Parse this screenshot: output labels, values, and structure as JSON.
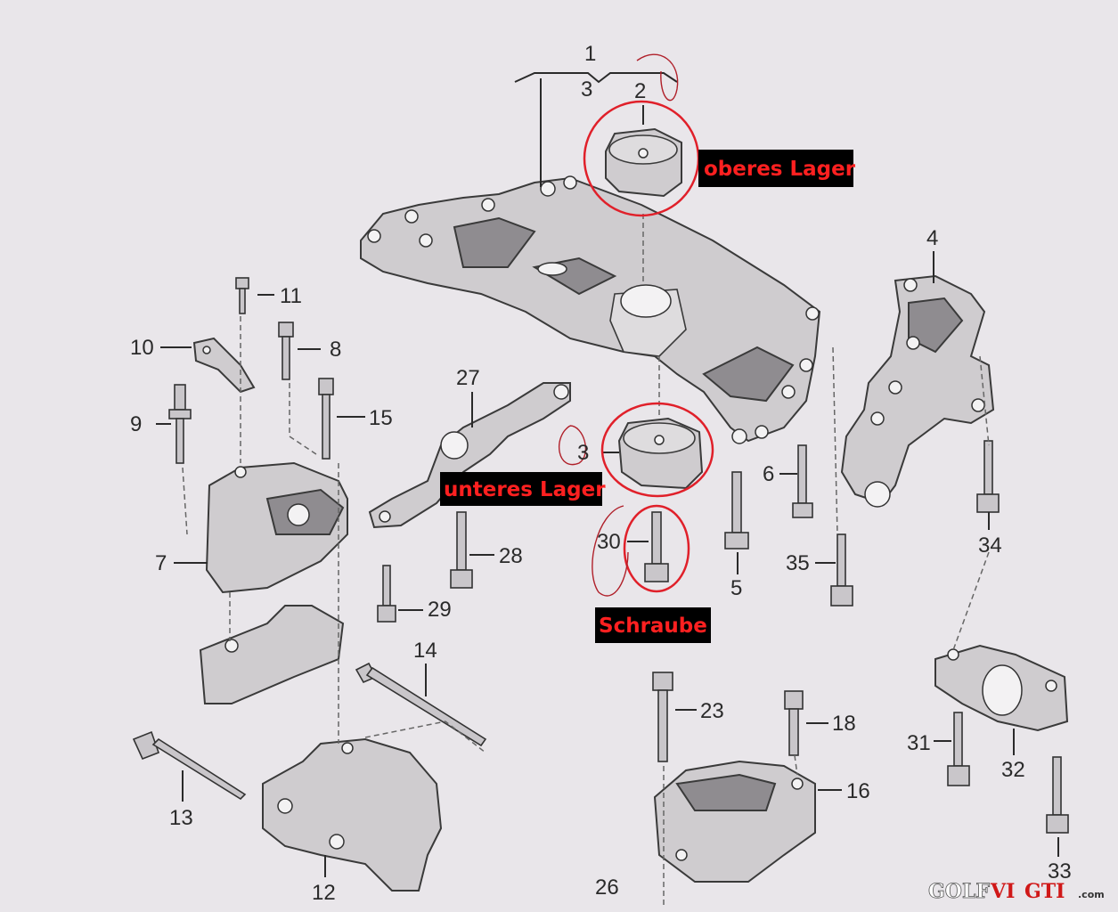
{
  "annotations": {
    "upper_mount": "oberes Lager",
    "lower_mount": "unteres Lager",
    "screw": "Schraube"
  },
  "part_numbers": {
    "n1": "1",
    "n2": "2",
    "n3": "3",
    "n3b": "3",
    "n4": "4",
    "n5": "5",
    "n6": "6",
    "n7": "7",
    "n8": "8",
    "n9": "9",
    "n10": "10",
    "n11": "11",
    "n12": "12",
    "n13": "13",
    "n14": "14",
    "n15": "15",
    "n16": "16",
    "n18": "18",
    "n23": "23",
    "n26": "26",
    "n27": "27",
    "n28": "28",
    "n29": "29",
    "n30": "30",
    "n31": "31",
    "n32": "32",
    "n33": "33",
    "n34": "34",
    "n35": "35"
  },
  "watermark": {
    "golf": "GOLF",
    "vi": "VI",
    "gti": "GTI",
    "com": ".com"
  },
  "colors": {
    "annotation_red": "#e0202a",
    "label_background": "#000000"
  }
}
